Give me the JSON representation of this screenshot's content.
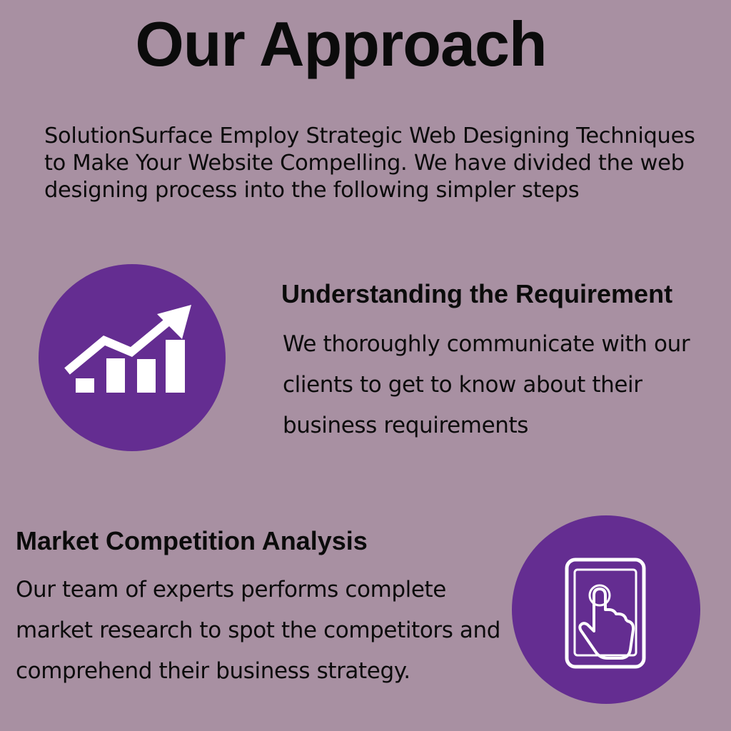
{
  "title": "Our Approach",
  "intro": "SolutionSurface Employ Strategic Web Designing Techniques to Make Your Website Compelling. We have divided the web designing process into the following simpler steps",
  "colors": {
    "background": "#a890a2",
    "circle": "#642d91",
    "icon": "#ffffff",
    "text": "#0b0b0b"
  },
  "steps": [
    {
      "icon": "growth-chart-icon",
      "heading": "Understanding the Requirement",
      "body": "We thoroughly communicate with our clients to get to know about their business requirements"
    },
    {
      "icon": "tablet-touch-icon",
      "heading": "Market Competition Analysis",
      "body": "Our team of experts performs complete market research to spot the competitors and comprehend their business strategy."
    }
  ]
}
